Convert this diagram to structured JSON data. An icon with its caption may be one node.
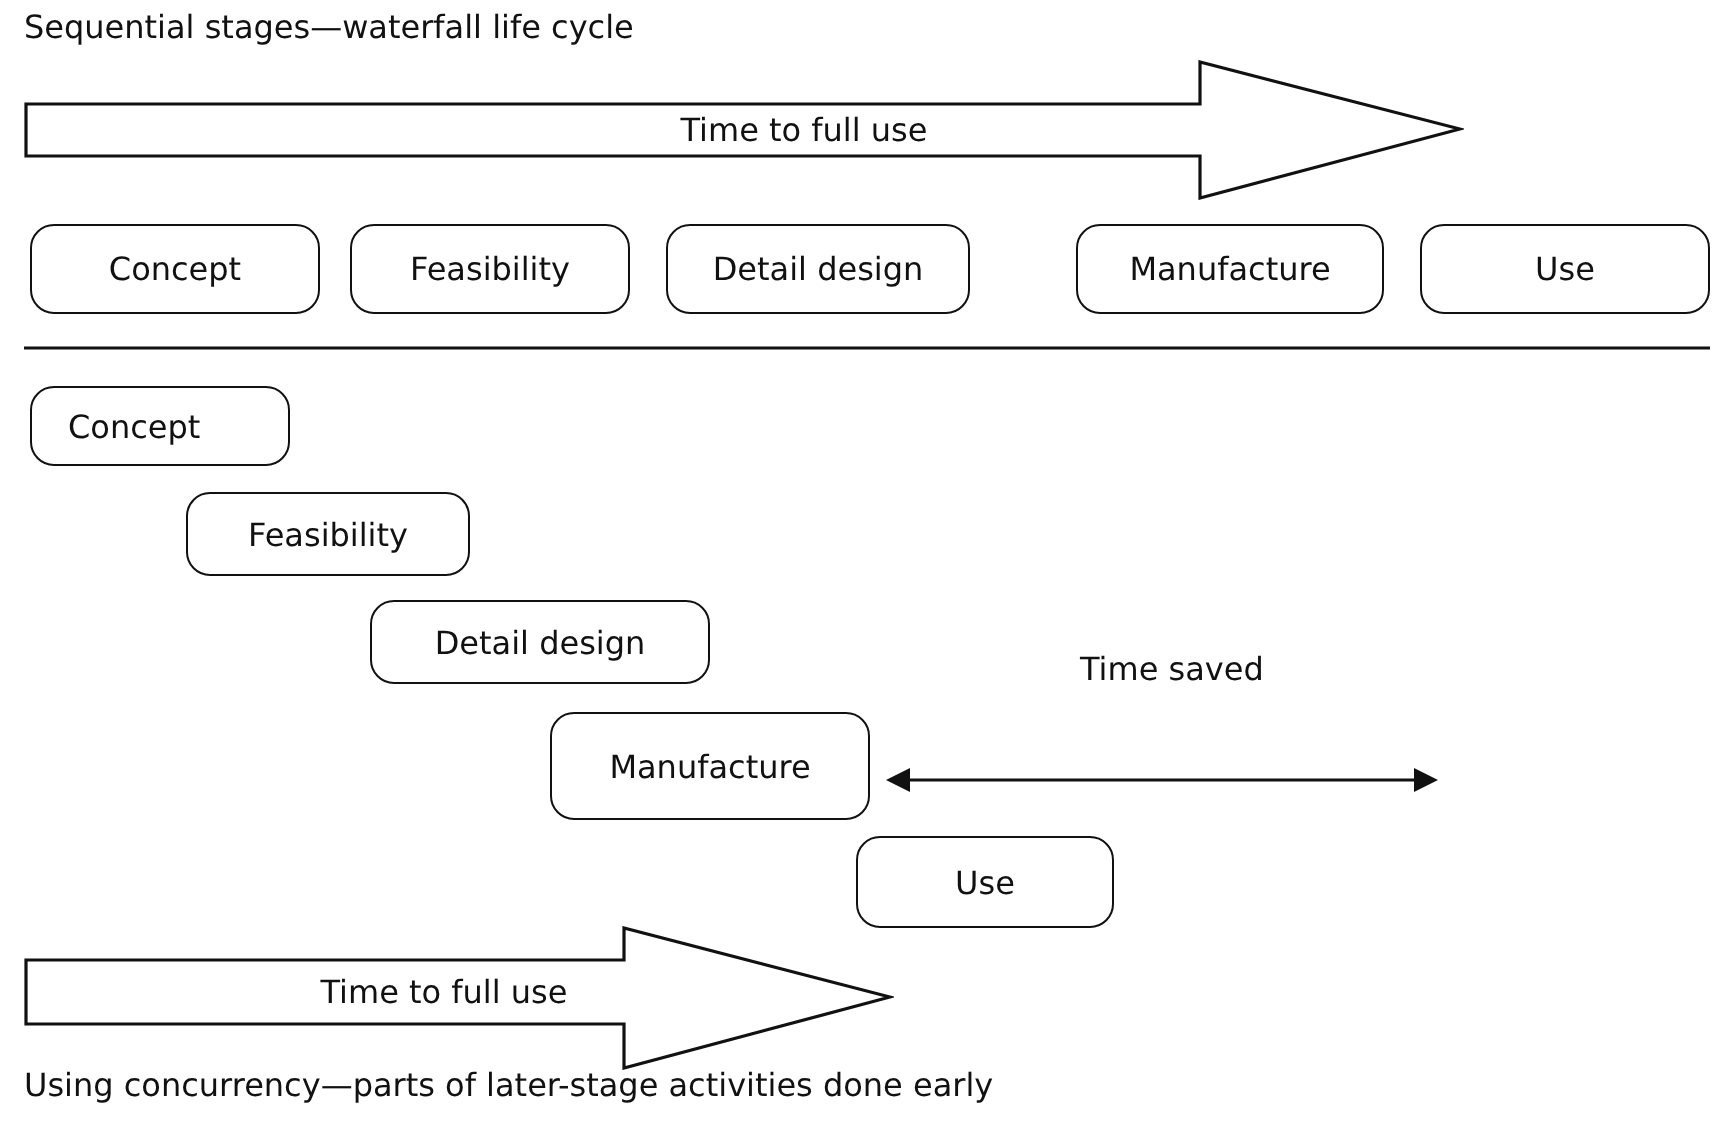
{
  "diagram": {
    "title": "Sequential stages—waterfall life cycle",
    "caption": "Using concurrency—parts of later-stage activities done early",
    "nodes": [
      {
        "text": [
          "Time to full use"
        ]
      },
      {
        "text": [
          "Concept"
        ]
      },
      {
        "text": [
          "Feasibility"
        ]
      },
      {
        "text": [
          "Detail design"
        ]
      },
      {
        "text": [
          "Manufacture"
        ]
      },
      {
        "text": [
          "Use"
        ]
      },
      {
        "text": [
          "Concept"
        ]
      },
      {
        "text": [
          "Feasibility"
        ]
      },
      {
        "text": [
          "Detail design"
        ]
      },
      {
        "text": [
          "Manufacture"
        ]
      },
      {
        "text": [
          "Use"
        ]
      },
      {
        "text": [
          "Time to full use"
        ]
      }
    ],
    "labels": [
      "Time saved"
    ]
  }
}
